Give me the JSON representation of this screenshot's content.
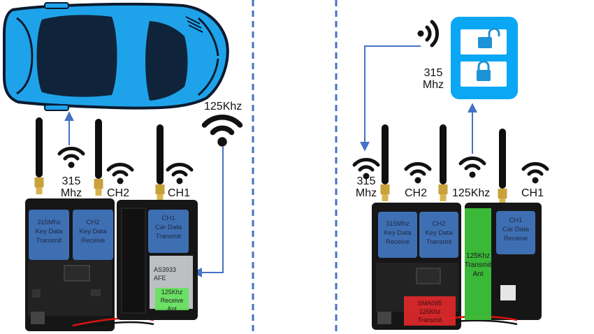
{
  "colors": {
    "car_body": "#1ea3ea",
    "board_pcb": "#161616",
    "module_blue": "#3f6fb3",
    "arrow_blue": "#4472c4",
    "dashed_divider": "#4472c4",
    "receive_ant_green": "#63e35b",
    "transmit_ant_green": "#3cc13a",
    "smartkey_red": "#e0282c",
    "lock_panel": "#0aa7f5"
  },
  "icons": {
    "car": "sports-car-top-view",
    "signal": "wifi-signal-icon",
    "lock_open": "padlock-open-icon",
    "lock_closed": "padlock-closed-icon",
    "antenna": "sma-antenna"
  },
  "left": {
    "signal_125": "125Khz",
    "freq_315_line1": "315",
    "freq_315_line2": "Mhz",
    "ch2": "CH2",
    "ch1": "CH1",
    "module_a": {
      "line1": "315Mhz",
      "line2": "Key Data",
      "line3": "Transmit"
    },
    "module_b": {
      "line1": "CH2",
      "line2": "Key Data",
      "line3": "Receive"
    },
    "module_c": {
      "line1": "CH1",
      "line2": "Car Data",
      "line3": "Transmit"
    },
    "afe_chip": {
      "line1": "AS3933",
      "line2": "AFE"
    },
    "receive_ant": {
      "line1": "125Khz",
      "line2": "Receive",
      "line3": "Ant"
    }
  },
  "right": {
    "freq_315_line1": "315",
    "freq_315_line2": "Mhz",
    "lock_freq_line1": "315",
    "lock_freq_line2": "Mhz",
    "ch2": "CH2",
    "signal_125": "125Khz",
    "ch1": "CH1",
    "module_a": {
      "line1": "315Mhz",
      "line2": "Key Data",
      "line3": "Receive"
    },
    "module_b": {
      "line1": "CH2",
      "line2": "Key Data",
      "line3": "Transmit"
    },
    "module_c": {
      "line1": "CH1",
      "line2": "Car Data",
      "line3": "Receive"
    },
    "transmit_ant": {
      "line1": "125Khz",
      "line2": "Transmit",
      "line3": "Ant"
    },
    "smartkey_chip": {
      "line1": "SMA095",
      "line2": "125Khz",
      "line3": "Transmit"
    }
  }
}
